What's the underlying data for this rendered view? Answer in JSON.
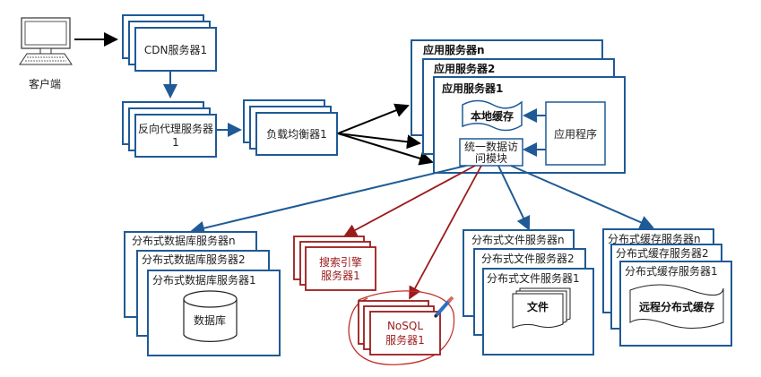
{
  "client": {
    "label": "客户端"
  },
  "cdn": {
    "label": "CDN服务器1"
  },
  "reverse_proxy": {
    "label_line1": "反向代理服务器",
    "label_line2": "1"
  },
  "load_balancer": {
    "label": "负载均衡器1"
  },
  "app_servers": {
    "labels": [
      "应用服务器n",
      "应用服务器2",
      "应用服务器1"
    ],
    "local_cache": "本地缓存",
    "application": "应用程序",
    "data_access_line1": "统一数据访",
    "data_access_line2": "问模块"
  },
  "db_servers": {
    "labels": [
      "分布式数据库服务器n",
      "分布式数据库服务器2",
      "分布式数据库服务器1"
    ],
    "database": "数据库"
  },
  "search": {
    "line1": "搜索引擎",
    "line2": "服务器1"
  },
  "nosql": {
    "line1": "NoSQL",
    "line2": "服务器1"
  },
  "file_servers": {
    "labels": [
      "分布式文件服务器n",
      "分布式文件服务器2",
      "分布式文件服务器1"
    ],
    "file": "文件"
  },
  "cache_servers": {
    "labels": [
      "分布式缓存服务器n",
      "分布式缓存服务器2",
      "分布式缓存服务器1"
    ],
    "remote_cache": "远程分布式缓存"
  },
  "colors": {
    "blue": "#1f5a96",
    "red": "#9b1b1b",
    "black": "#000000"
  }
}
